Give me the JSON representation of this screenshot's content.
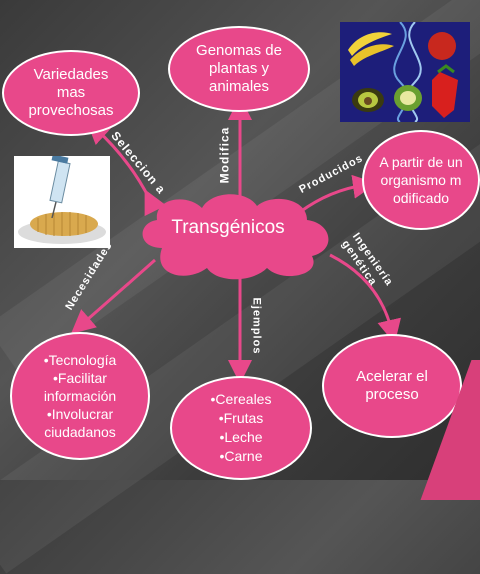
{
  "center": "Transgénicos",
  "nodes": {
    "variedades": "Variedades mas provechosas",
    "genomas": "Genomas de plantas y animales",
    "partir": "A partir de un organismo modificado",
    "tecnologia": [
      "•Tecnología",
      "•Facilitar información",
      "•Involucrar ciudadanos"
    ],
    "ejemplos": [
      "•Cereales",
      "•Frutas",
      "•Leche",
      "•Carne"
    ],
    "acelerar": "Acelerar el proceso"
  },
  "edge_labels": {
    "seleccion": "Seleccion a",
    "modifica": "Modifica",
    "producidos": "Producidos",
    "ingenieria": "Ingeniería genética",
    "necesidades": "Necesidades",
    "ejemplos": "Ejemplos"
  },
  "colors": {
    "node": "#e8488a",
    "arrow": "#e8488a",
    "background": "#4a4a4a"
  }
}
